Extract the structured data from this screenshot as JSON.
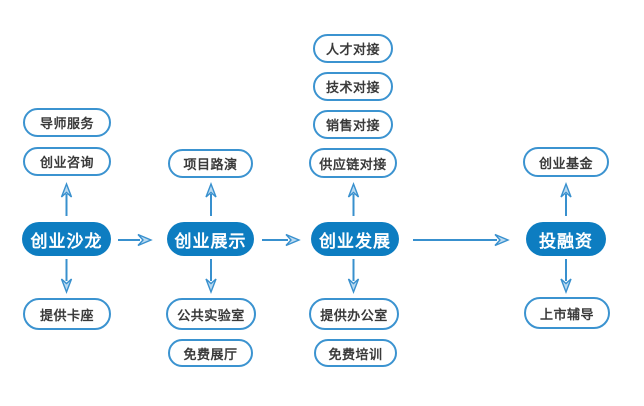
{
  "diagram": {
    "type": "flowchart",
    "direction": "left-to-right",
    "colors": {
      "accent": "#0d7dc1",
      "outline": "#3b93d0",
      "arrow": "#3890ce",
      "arrow_head_fill": "#b9d9f0",
      "pill_text": "#3a3a3a",
      "background": "#ffffff"
    },
    "stages": [
      {
        "main": "创业沙龙",
        "above": [
          "导师服务",
          "创业咨询"
        ],
        "below": [
          "提供卡座"
        ]
      },
      {
        "main": "创业展示",
        "above": [
          "项目路演"
        ],
        "below": [
          "公共实验室",
          "免费展厅"
        ]
      },
      {
        "main": "创业发展",
        "above": [
          "人才对接",
          "技术对接",
          "销售对接",
          "供应链对接"
        ],
        "below": [
          "提供办公室",
          "免费培训"
        ]
      },
      {
        "main": "投融资",
        "above": [
          "创业基金"
        ],
        "below": [
          "上市辅导"
        ]
      }
    ]
  }
}
